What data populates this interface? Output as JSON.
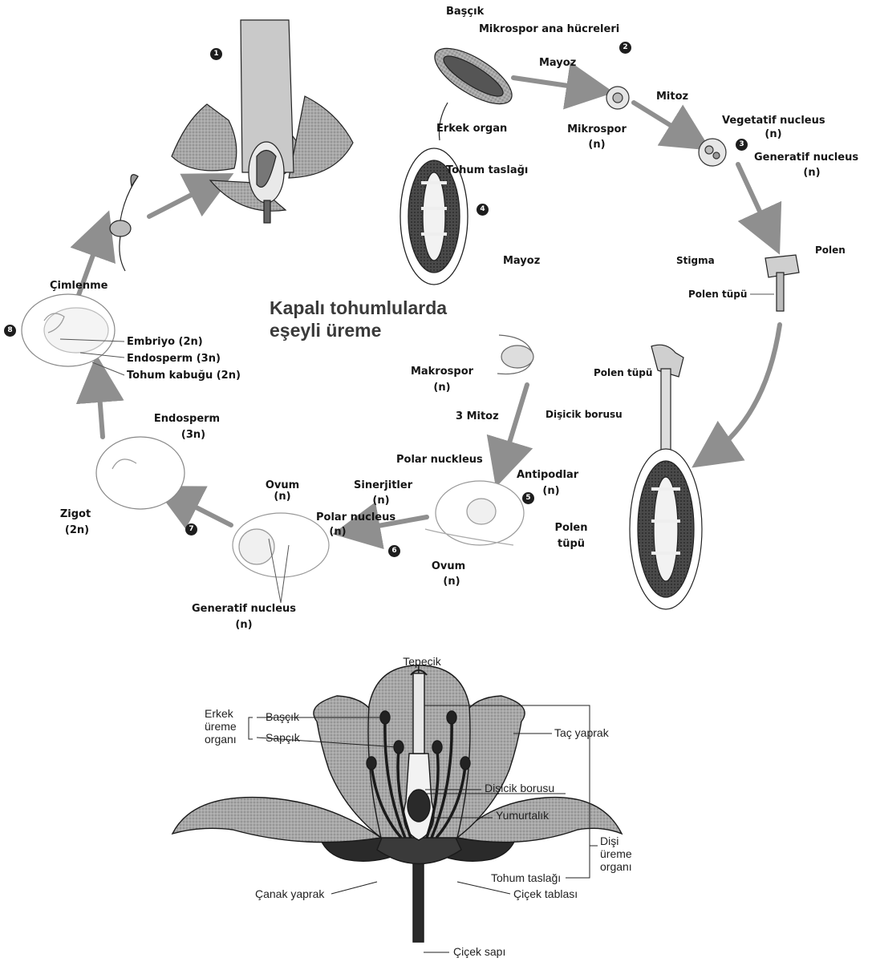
{
  "title": {
    "line1": "Kapalı tohumlularda",
    "line2": "eşeyli üreme"
  },
  "cycle_labels": {
    "bascik": "Başçık",
    "mikrospor_ana": "Mikrospor ana hücreleri",
    "mayoz_top": "Mayoz",
    "erkek_organ": "Erkek organ",
    "mikrospor": "Mikrospor",
    "mikrospor_n": "(n)",
    "mitoz": "Mitoz",
    "vegetatif": "Vegetatif nucleus",
    "vegetatif_n": "(n)",
    "generatif_top": "Generatif nucleus",
    "generatif_top_n": "(n)",
    "tohum_taslagi": "Tohum taslağı",
    "mayoz_mid": "Mayoz",
    "stigma": "Stigma",
    "polen": "Polen",
    "polen_tupu_1": "Polen tüpü",
    "polen_tupu_2": "Polen tüpü",
    "disicik_borusu": "Dişicik borusu",
    "cimlenme": "Çimlenme",
    "embriyo": "Embriyo (2n)",
    "endosperm_3n": "Endosperm (3n)",
    "tohum_kabugu": "Tohum kabuğu (2n)",
    "makrospor": "Makrospor",
    "makrospor_n": "(n)",
    "uc_mitoz": "3 Mitoz",
    "endosperm": "Endosperm",
    "endosperm_n": "(3n)",
    "polar_nukleus": "Polar nuckleus",
    "antipodlar": "Antipodlar",
    "antipodlar_n": "(n)",
    "sinerjitler": "Sinerjitler",
    "sinerjitler_n": "(n)",
    "ovum_top": "Ovum",
    "ovum_top_n": "(n)",
    "polar_nucleus": "Polar nucleus",
    "polar_nucleus_n": "(n)",
    "polen_tupu_3": "Polen",
    "polen_tupu_3b": "tüpü",
    "zigot": "Zigot",
    "zigot_n": "(2n)",
    "ovum_bottom": "Ovum",
    "ovum_bottom_n": "(n)",
    "generatif_bottom": "Generatif nucleus",
    "generatif_bottom_n": "(n)"
  },
  "step_numbers": [
    "1",
    "2",
    "3",
    "4",
    "5",
    "6",
    "7",
    "8"
  ],
  "flower_labels": {
    "tepecik": "Tepecik",
    "erkek": "Erkek",
    "ureme": "üreme",
    "organi": "organı",
    "bascik": "Başçık",
    "sapcik": "Sapçık",
    "tac_yaprak": "Taç yaprak",
    "disicik_borusu": "Dişicik borusu",
    "yumurtalik": "Yumurtalık",
    "disi": "Dişi",
    "disi_ureme": "üreme",
    "disi_organi": "organı",
    "tohum_taslagi": "Tohum taslağı",
    "canak_yaprak": "Çanak yaprak",
    "cicek_tablasi": "Çiçek tablası",
    "cicek_sapi": "Çiçek sapı"
  },
  "colors": {
    "arrow": "#8f8f8f",
    "petal": "#9a9a9a",
    "sepal": "#2a2a2a",
    "badge": "#1d1d1d"
  }
}
